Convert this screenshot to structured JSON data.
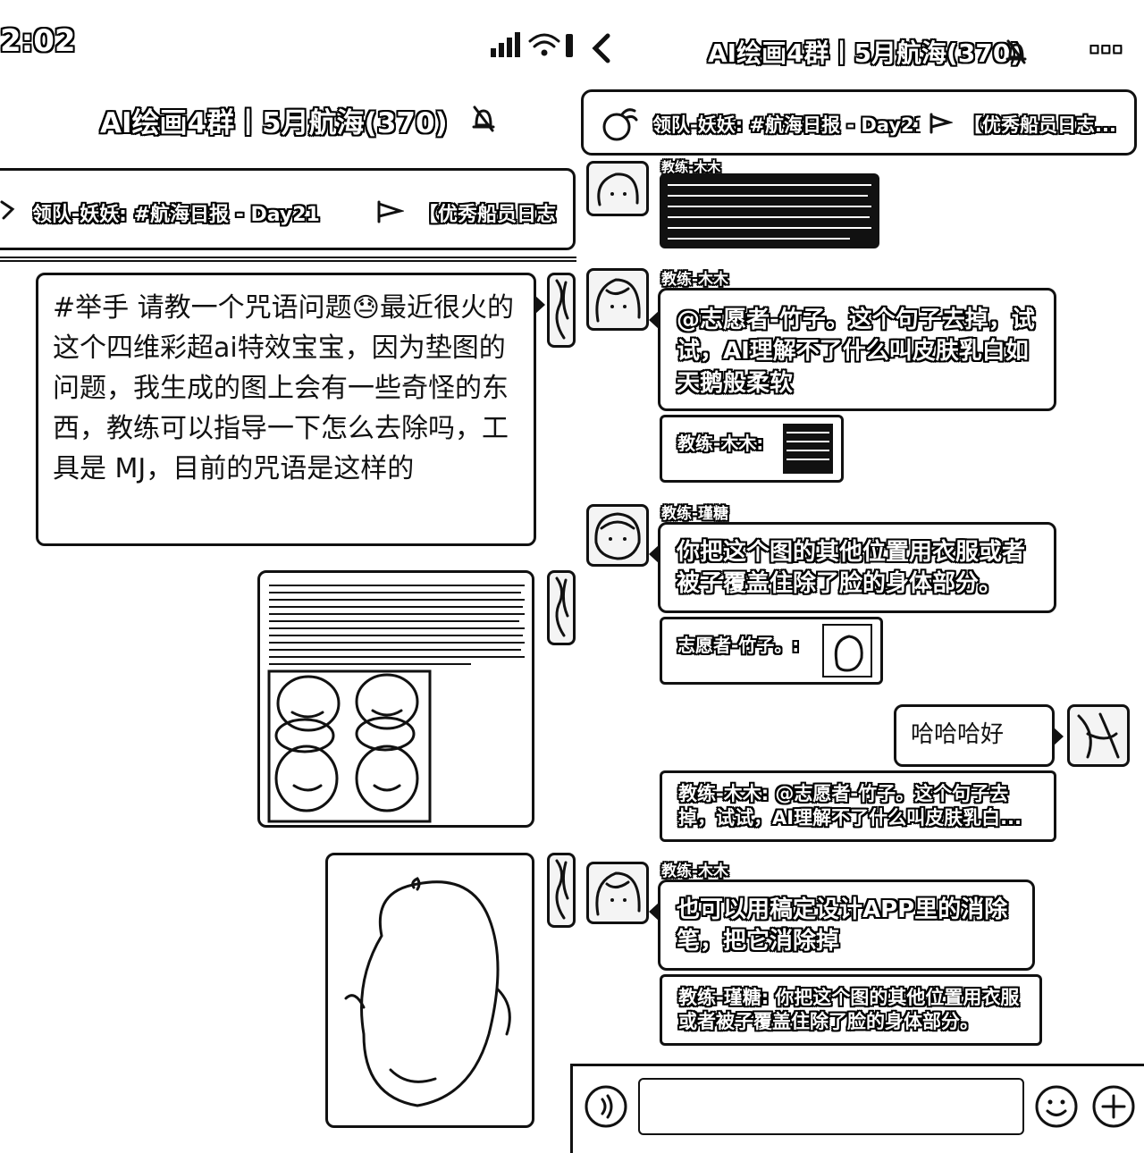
{
  "left": {
    "status_time": "2:02",
    "title": "AI绘画4群丨5月航海(370)",
    "pinned": {
      "prefix": "领队-妖妖: #航海日报 - Day21",
      "tail": "【优秀船员日志"
    },
    "question": "#举手 请教一个咒语问题😓最近很火的这个四维彩超ai特效宝宝，因为垫图的问题，我生成的图上会有一些奇怪的东西，教练可以指导一下怎么去除吗，工具是 MJ，目前的咒语是这样的"
  },
  "right": {
    "title": "AI绘画4群丨5月航海(370)",
    "more": "···",
    "pinned": {
      "prefix": "领队-妖妖: #航海日报 - Day21",
      "tail": "【优秀船员日志..."
    },
    "top_partial_name": "教练-木木",
    "messages": {
      "m1_name": "教练-木木",
      "m1_text": "@志愿者-竹子。这个句子去掉，试试，AI理解不了什么叫皮肤乳白如天鹅般柔软",
      "m1_quote": "教练-木木:",
      "m2_name": "教练-瑾糖",
      "m2_text": "你把这个图的其他位置用衣服或者被子覆盖住除了脸的身体部分。",
      "m2_quote": "志愿者-竹子。:",
      "m3_text": "哈哈哈好",
      "m3_quote": "教练-木木: @志愿者-竹子。这个句子去掉，试试，AI理解不了什么叫皮肤乳白...",
      "m4_name": "教练-木木",
      "m4_text": "也可以用稿定设计APP里的消除笔，把它消除掉",
      "m4_quote": "教练-瑾糖: 你把这个图的其他位置用衣服或者被子覆盖住除了脸的身体部分。"
    }
  }
}
